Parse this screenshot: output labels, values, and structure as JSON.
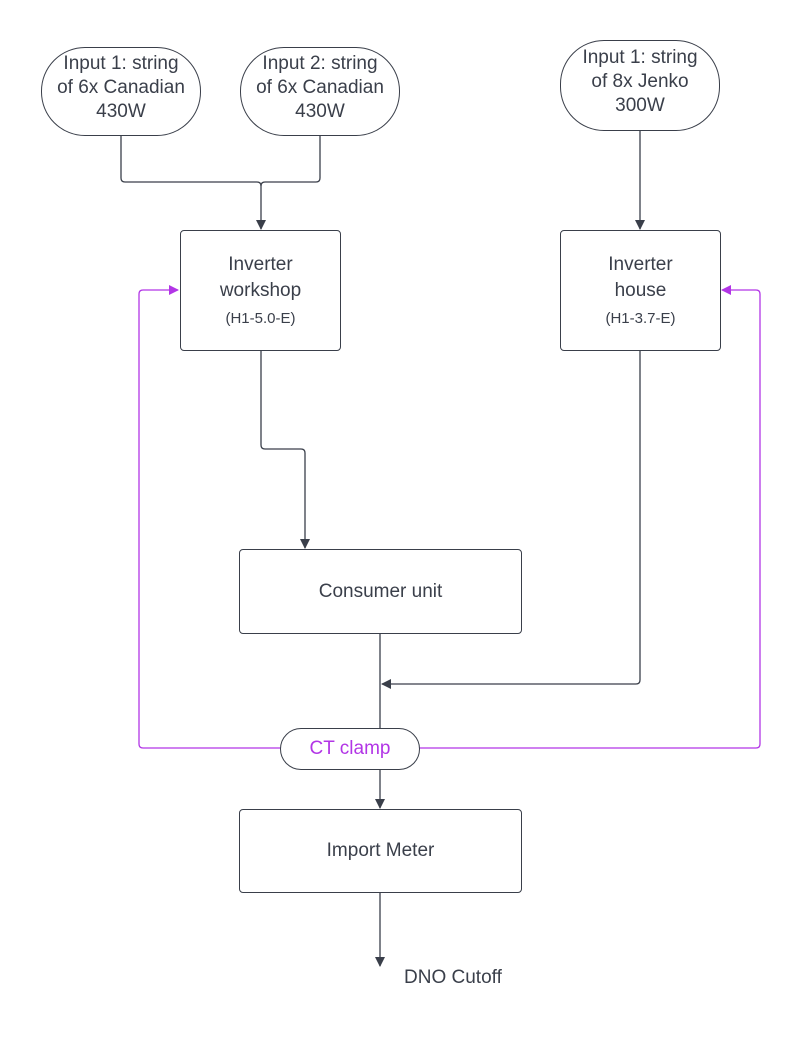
{
  "nodes": {
    "input_1_canadian": {
      "label": "Input 1: string\nof 6x Canadian\n430W"
    },
    "input_2_canadian": {
      "label": "Input 2: string\nof 6x Canadian\n430W"
    },
    "input_1_jenko": {
      "label": "Input 1: string\nof 8x Jenko\n300W"
    },
    "inverter_workshop": {
      "title": "Inverter\nworkshop",
      "model": "(H1-5.0-E)"
    },
    "inverter_house": {
      "title": "Inverter\nhouse",
      "model": "(H1-3.7-E)"
    },
    "consumer_unit": {
      "label": "Consumer unit"
    },
    "ct_clamp": {
      "label": "CT clamp"
    },
    "import_meter": {
      "label": "Import Meter"
    },
    "dno_cutoff": {
      "label": "DNO Cutoff"
    }
  },
  "colors": {
    "line": "#3a3f4a",
    "ct_signal": "#b235e6",
    "background": "#ffffff"
  }
}
